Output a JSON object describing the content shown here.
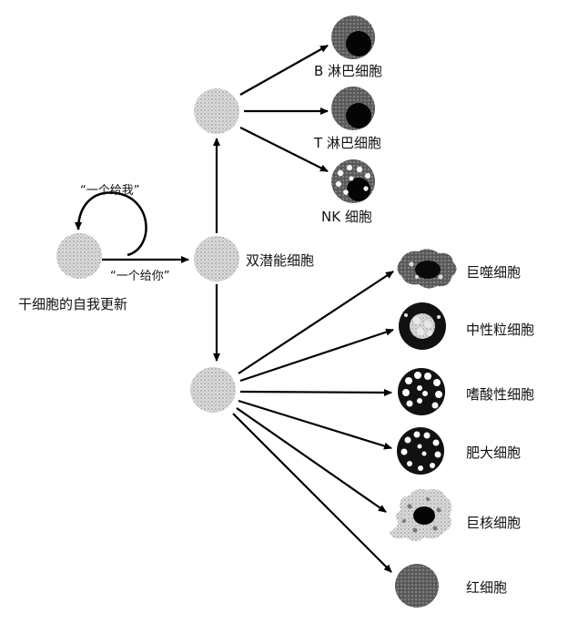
{
  "labels": {
    "stem": "干细胞的自我更新",
    "give_me": "“一个给我”",
    "give_you": "“一个给你”",
    "bipotent": "双潜能细胞",
    "b_cell": "B 淋巴细胞",
    "t_cell": "T 淋巴细胞",
    "nk_cell": "NK 细胞",
    "macrophage": "巨噬细胞",
    "neutrophil": "中性粒细胞",
    "eosinophil": "嗜酸性细胞",
    "mast": "肥大细胞",
    "megakaryocyte": "巨核细胞",
    "erythrocyte": "红细胞"
  }
}
